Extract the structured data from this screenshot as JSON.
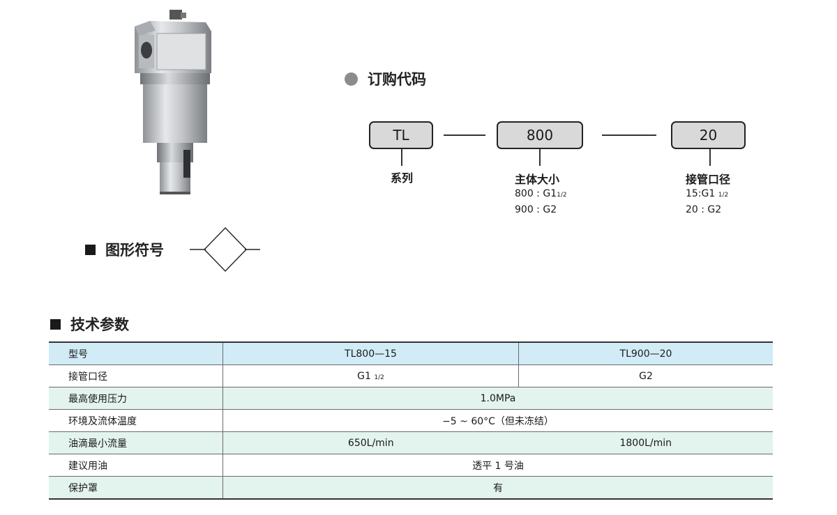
{
  "order_code": {
    "heading": "订购代码",
    "boxes": {
      "series": "TL",
      "size": "800",
      "port": "20"
    },
    "series_label": "系列",
    "size_label": "主体大小",
    "size_options": [
      {
        "main": "800 : G1",
        "frac": "1/2"
      },
      {
        "main": "900 : G2",
        "frac": ""
      }
    ],
    "port_label": "接管口径",
    "port_options": [
      {
        "main": "15:G1 ",
        "frac": "1/2"
      },
      {
        "main": "20 : G2",
        "frac": ""
      }
    ]
  },
  "symbol": {
    "heading": "图形符号"
  },
  "spec": {
    "heading": "技术参数",
    "rows": [
      {
        "label": "型号",
        "values": [
          "TL800—15",
          "TL900—20"
        ]
      },
      {
        "label": "接管口径",
        "values": [
          "G1",
          "G2"
        ],
        "frac": "1/2"
      },
      {
        "label": "最高使用压力",
        "value": "1.0MPa"
      },
      {
        "label": "环境及流体温度",
        "value": "−5 ~ 60°C（但未冻结）"
      },
      {
        "label": "油滴最小流量",
        "values": [
          "650L/min",
          "1800L/min"
        ]
      },
      {
        "label": "建议用油",
        "value": "透平 1 号油"
      },
      {
        "label": "保护罩",
        "value": "有"
      }
    ]
  },
  "colors": {
    "row_blue": "#d2ecf7",
    "row_green": "#e3f3ee",
    "code_box_fill": "#d9d9d9"
  }
}
